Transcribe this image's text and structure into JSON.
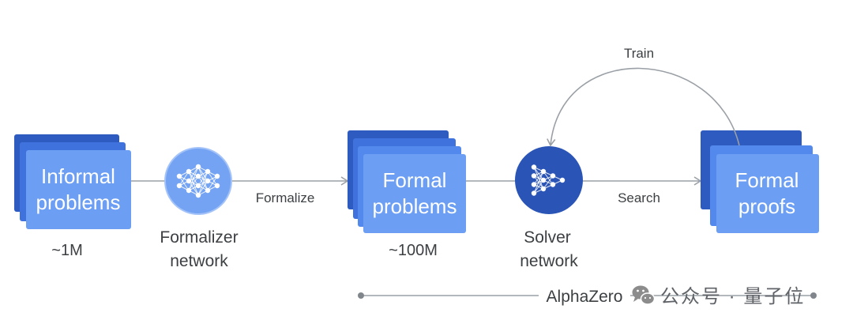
{
  "diagram": {
    "informal_problems": {
      "label_lines": [
        "Informal",
        "problems"
      ],
      "count": "~1M"
    },
    "formalizer_network": {
      "label_lines": [
        "Formalizer",
        "network"
      ],
      "icon": "neural-network-icon"
    },
    "formal_problems": {
      "label_lines": [
        "Formal",
        "problems"
      ],
      "count": "~100M"
    },
    "solver_network": {
      "label_lines": [
        "Solver",
        "network"
      ],
      "icon": "neural-network-play-icon"
    },
    "formal_proofs": {
      "label_lines": [
        "Formal",
        "proofs"
      ]
    },
    "edges": {
      "formalize": "Formalize",
      "search": "Search",
      "train": "Train"
    },
    "span_label": "AlphaZero"
  },
  "watermark": {
    "icon": "wechat-icon",
    "text": "公众号 · 量子位"
  },
  "colors": {
    "card_dark": "#2d5bbf",
    "card_mid": "#3f72dc",
    "card_light": "#5389ec",
    "card_front": "#6c9ef3",
    "formalizer_fill": "#74a3f3",
    "solver_fill": "#2a55b6",
    "line": "#9aa0a6",
    "watermark_icon": "#8c8c8c"
  }
}
